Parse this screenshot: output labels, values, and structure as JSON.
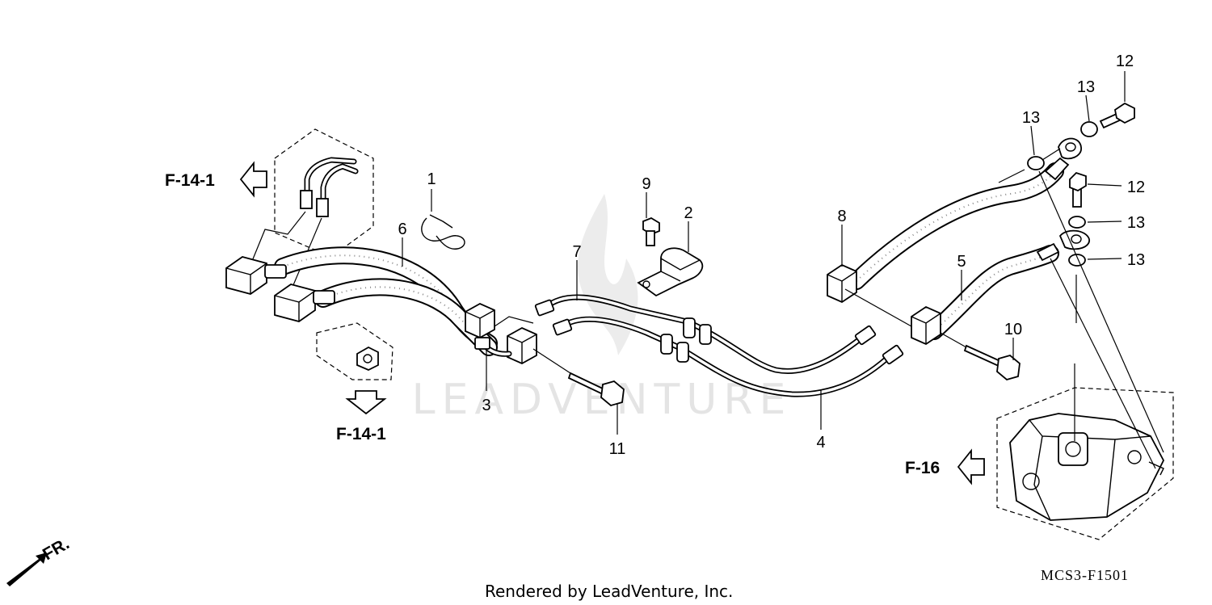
{
  "callouts": {
    "c1": "1",
    "c2": "2",
    "c3": "3",
    "c4": "4",
    "c5": "5",
    "c6": "6",
    "c7": "7",
    "c8": "8",
    "c9": "9",
    "c10": "10",
    "c11": "11",
    "c12a": "12",
    "c12b": "12",
    "c13a": "13",
    "c13b": "13",
    "c13c": "13",
    "c13d": "13"
  },
  "references": {
    "ref_top_left": "F-14-1",
    "ref_bottom_left": "F-14-1",
    "ref_right": "F-16"
  },
  "direction_label": "FR.",
  "diagram_code": "MCS3-F1501",
  "watermark": "LEADVENTURE",
  "credit": "Rendered by LeadVenture, Inc."
}
